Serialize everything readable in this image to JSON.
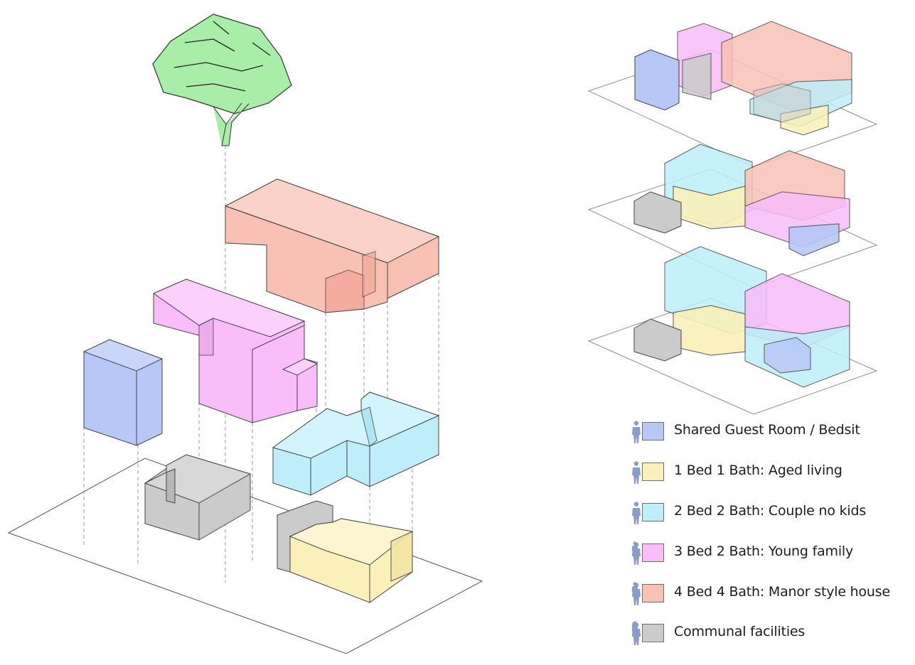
{
  "legend": [
    {
      "key": "guest",
      "label": "Shared Guest Room / Bedsit",
      "color": "#b7c8f7",
      "people": [
        "adult"
      ]
    },
    {
      "key": "aged",
      "label": "1 Bed 1 Bath: Aged living",
      "color": "#fbf0b9",
      "people": [
        "adult"
      ]
    },
    {
      "key": "couple",
      "label": "2 Bed 2 Bath: Couple no kids",
      "color": "#bdeefa",
      "people": [
        "adult",
        "adult"
      ]
    },
    {
      "key": "young",
      "label": "3 Bed 2 Bath: Young family",
      "color": "#f9bdf9",
      "people": [
        "adult",
        "child",
        "adult"
      ]
    },
    {
      "key": "manor",
      "label": "4 Bed 4 Bath: Manor style house",
      "color": "#f9c1b4",
      "people": [
        "child",
        "adult",
        "adult",
        "child"
      ]
    },
    {
      "key": "communal",
      "label": "Communal facilities",
      "color": "#cbcbcb",
      "people": [
        "balloon",
        "child",
        "adult",
        "adult",
        "adult",
        "child",
        "adult"
      ]
    }
  ],
  "colors": {
    "tree": "#a8eea8",
    "people": "#8a9cc8",
    "outline": "#4a4a4a"
  },
  "icons": {
    "tree": "tree-icon",
    "person": "person-icon"
  }
}
